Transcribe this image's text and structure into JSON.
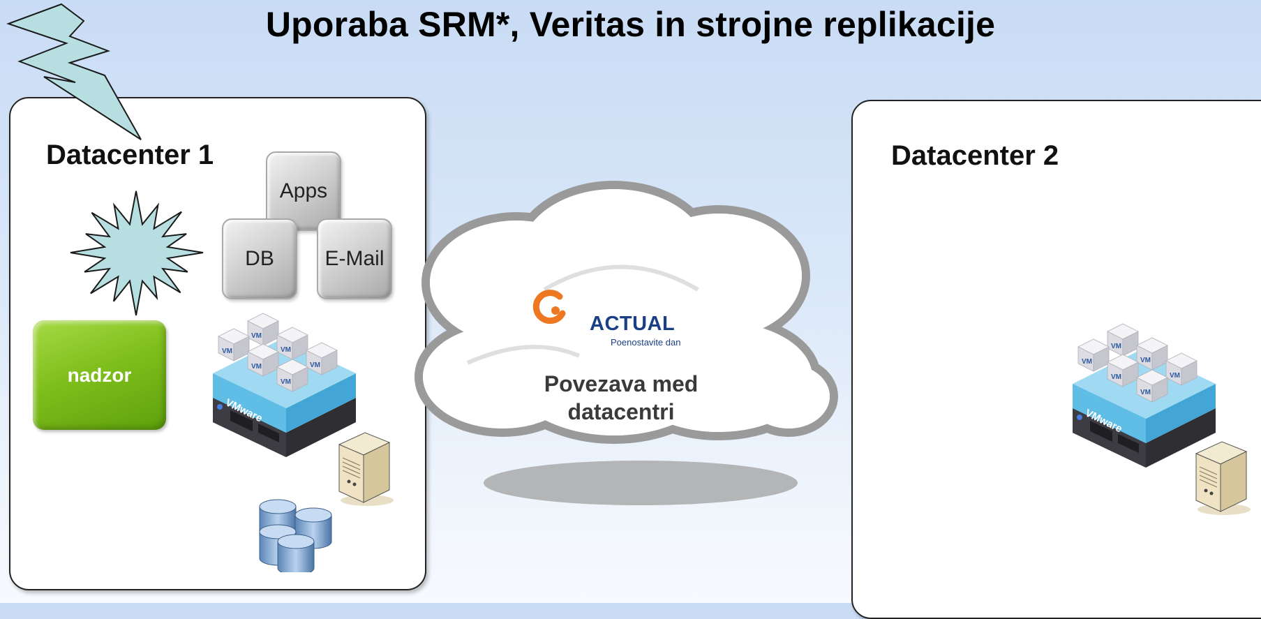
{
  "title": "Uporaba SRM*, Veritas in strojne replikacije",
  "datacenter_1": {
    "label": "Datacenter 1",
    "apps": [
      "Apps",
      "DB",
      "E-Mail"
    ],
    "monitor": "nadzor"
  },
  "datacenter_2": {
    "label": "Datacenter 2"
  },
  "cloud": {
    "logo_word": "ACTUAL",
    "logo_tagline": "Poenostavite dan",
    "caption_line1": "Povezava med",
    "caption_line2": "datacentri"
  },
  "virtualization": {
    "platform_label": "VMware",
    "vm_label": "VM"
  },
  "colors": {
    "starburst": "#b7dfe1",
    "monitor_green": "#7fbf1c",
    "cloud_outline": "#9a9a9a",
    "logo_orange": "#ee7722",
    "logo_blue": "#1a3f86"
  },
  "icons": [
    "lightning-icon",
    "starburst-icon",
    "server-icon",
    "tower-server-icon",
    "database-icon",
    "cloud-icon"
  ]
}
